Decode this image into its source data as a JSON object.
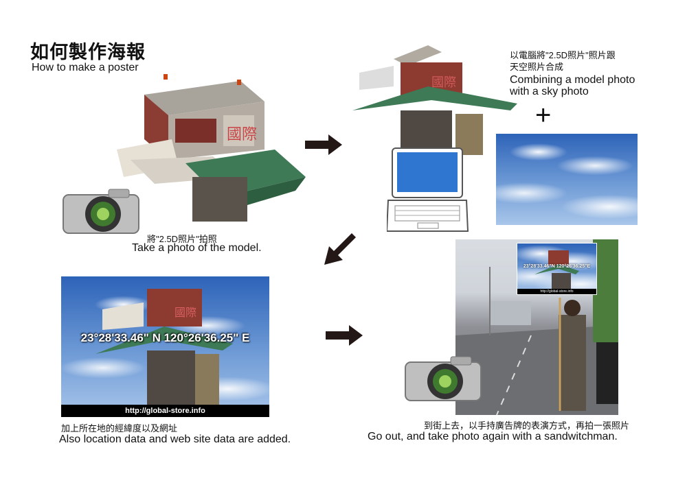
{
  "title": {
    "zh": "如何製作海報",
    "en": "How to make a poster"
  },
  "steps": {
    "step1": {
      "zh": "將\"2.5D照片\"拍照",
      "en": "Take a photo of the model."
    },
    "step2": {
      "zh_line1": "以電腦將\"2.5D照片\"照片跟",
      "zh_line2": "天空照片合成",
      "en_line1": "Combining a model photo",
      "en_line2": "with a sky photo",
      "plus": "+"
    },
    "step3": {
      "zh": "加上所在地的經緯度以及網址",
      "en": "Also location data and web site data are added.",
      "coords": "23°28'33.46\" N  120°26'36.25\" E",
      "web": "http://global-store.info"
    },
    "step4": {
      "zh": "到街上去，以手持廣告牌的表演方式，再拍一張照片",
      "en": "Go out, and take photo again with a sandwitchman.",
      "sign_coords": "23°28'33.46\"N 120°26'36.25\"E",
      "sign_web": "http://global-store.info"
    }
  },
  "colors": {
    "arrow": "#231815",
    "sky": "#3f73c4",
    "shop_green": "#3d7a55",
    "shop_red": "#a5433a"
  }
}
